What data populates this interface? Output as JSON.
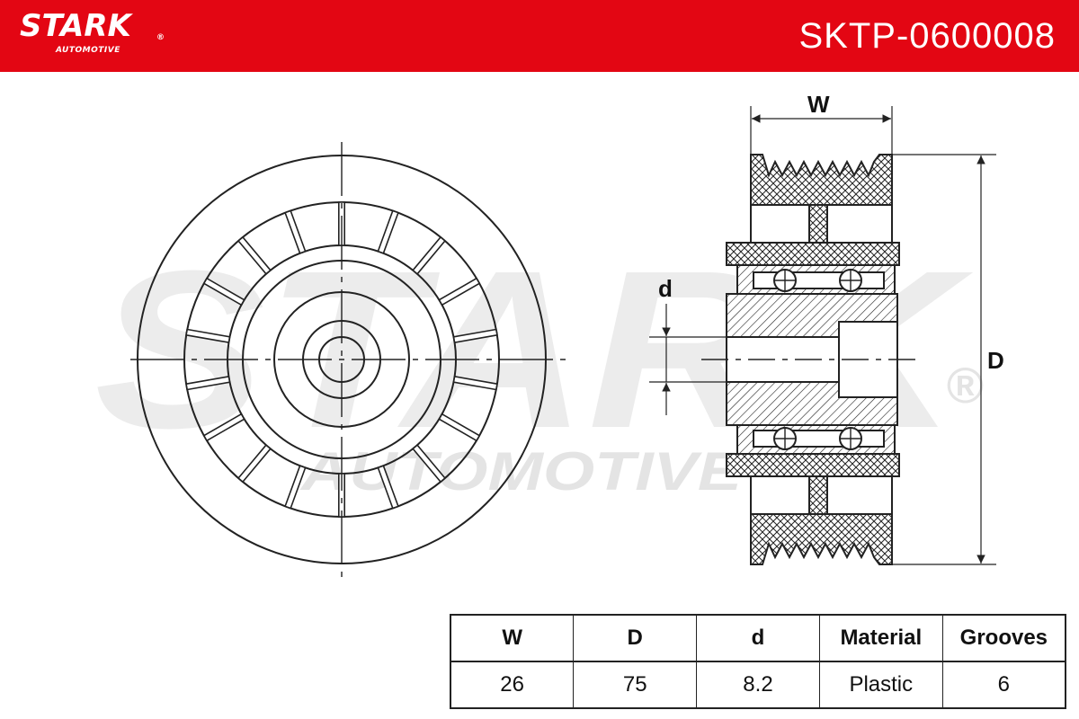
{
  "header": {
    "brand_name": "STARK",
    "brand_registered": "®",
    "brand_sub": "AUTOMOTIVE",
    "part_number": "SKTP-0600008",
    "background_color": "#e30613"
  },
  "watermark": {
    "brand_name": "STARK",
    "brand_sub": "AUTOMOTIVE",
    "registered": "®"
  },
  "dimension_labels": {
    "width": "W",
    "outer_diameter": "D",
    "bore_diameter": "d"
  },
  "specs_table": {
    "headers": [
      "W",
      "D",
      "d",
      "Material",
      "Grooves"
    ],
    "values": [
      "26",
      "75",
      "8.2",
      "Plastic",
      "6"
    ]
  }
}
